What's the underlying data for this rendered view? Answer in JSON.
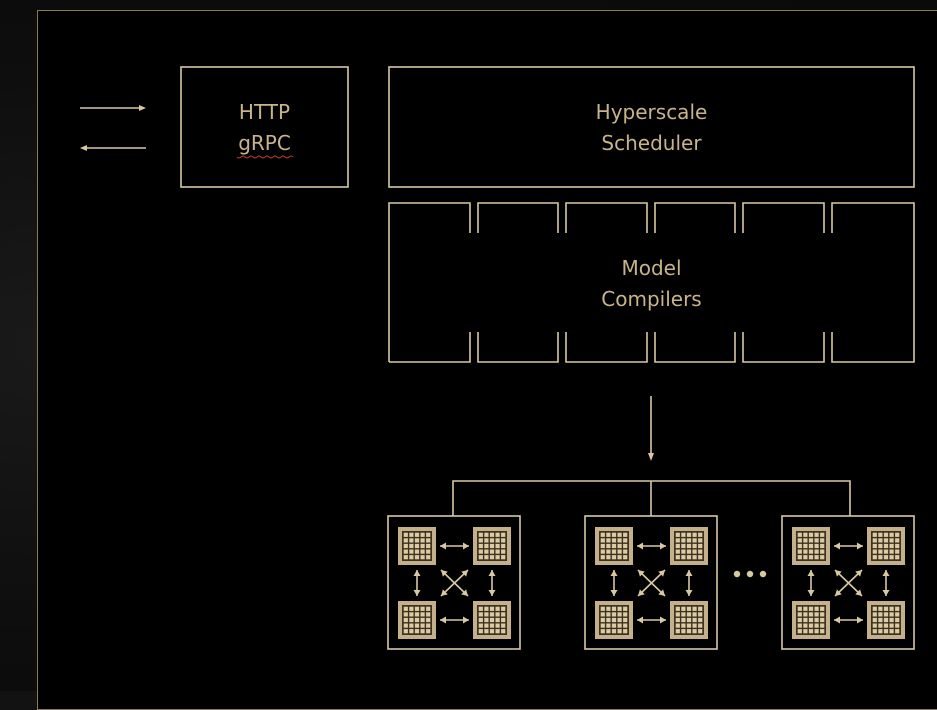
{
  "protocols": {
    "line1": "HTTP",
    "line2": "gRPC"
  },
  "scheduler": {
    "line1": "Hyperscale",
    "line2": "Scheduler"
  },
  "compilers": {
    "line1": "Model",
    "line2": "Compilers"
  },
  "colors": {
    "line": "#d8c9a3",
    "text": "#c9b48a",
    "panel_border": "#8c7a52",
    "background": "#000000"
  },
  "icons": {
    "request_arrows": "bidirectional-arrows",
    "chip": "processor-chip-grid",
    "ellipsis": "ellipsis-dots"
  },
  "gpu_node_count_shown": 3
}
